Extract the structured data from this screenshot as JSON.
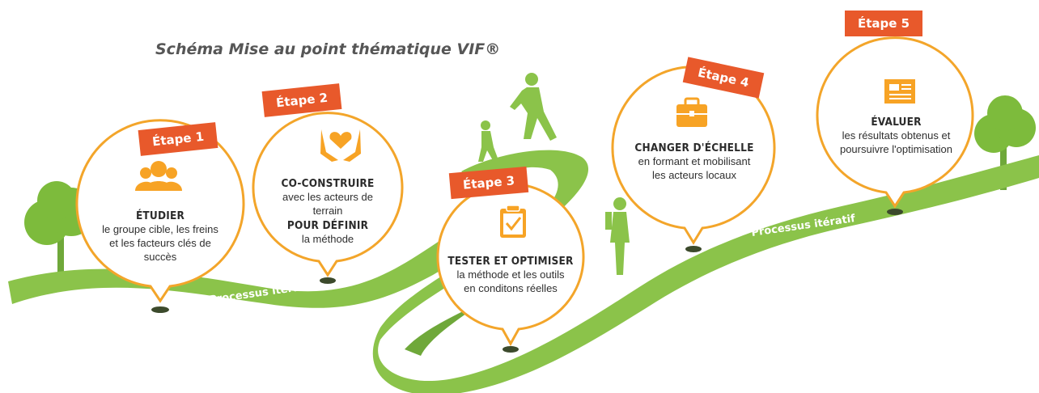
{
  "title": "Schéma Mise au point thématique VIF®",
  "colors": {
    "path": "#8bc34a",
    "path_dark": "#6fa83a",
    "circle_stroke": "#f3a52a",
    "tag": "#e8592b",
    "icon": "#f7a325",
    "tree": "#7dbb3c"
  },
  "process_label": "Processus itératif",
  "steps": [
    {
      "tag": "Étape 1",
      "icon": "group-icon",
      "name": "ÉTUDIER",
      "desc": "le groupe cible, les freins et les facteurs clés de succès"
    },
    {
      "tag": "Étape 2",
      "icon": "heart-hands-icon",
      "name": "CO-CONSTRUIRE",
      "desc": "avec les acteurs de terrain",
      "name2": "POUR DÉFINIR",
      "desc2": "la méthode"
    },
    {
      "tag": "Étape 3",
      "icon": "checklist-icon",
      "name": "TESTER ET OPTIMISER",
      "desc": "la méthode et les outils en conditons réelles"
    },
    {
      "tag": "Étape 4",
      "icon": "briefcase-icon",
      "name": "CHANGER D'ÉCHELLE",
      "desc": "en formant et mobilisant les acteurs locaux"
    },
    {
      "tag": "Étape 5",
      "icon": "newspaper-icon",
      "name": "ÉVALUER",
      "desc": "les résultats obtenus et poursuivre l'optimisation"
    }
  ]
}
